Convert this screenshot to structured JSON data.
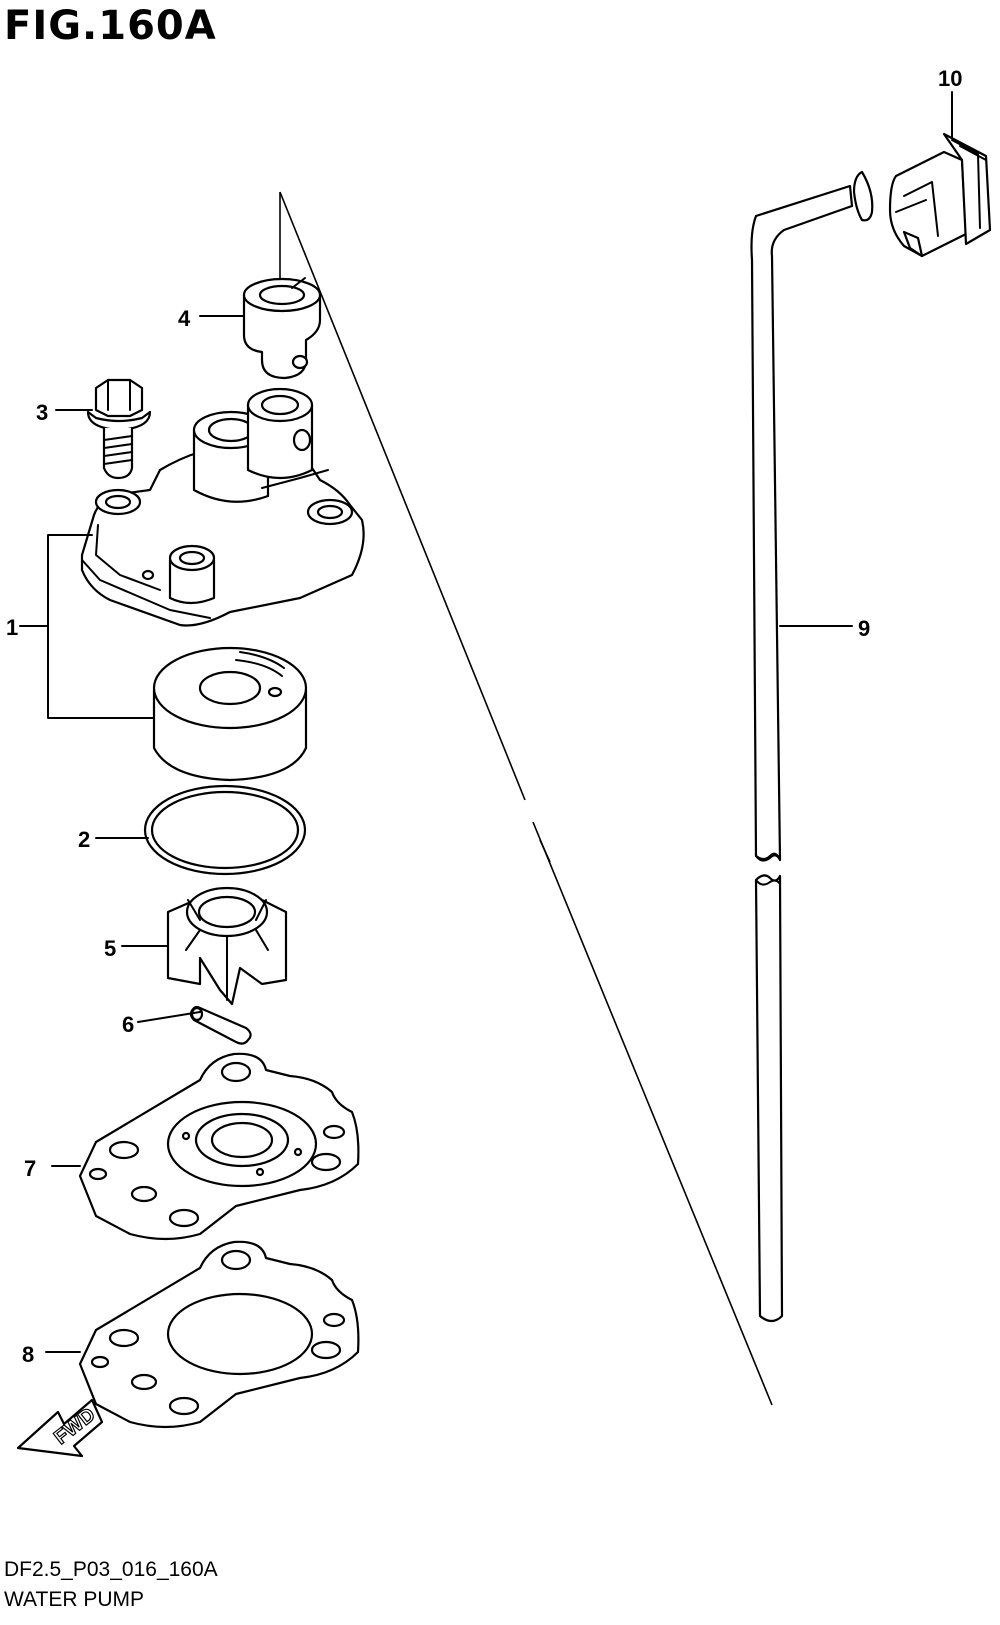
{
  "figure": {
    "title": "FIG.160A",
    "diagram_code": "DF2.5_P03_016_160A",
    "diagram_name": "WATER PUMP"
  },
  "callouts": [
    "1",
    "2",
    "3",
    "4",
    "5",
    "6",
    "7",
    "8",
    "9",
    "10"
  ],
  "direction_marker": "FWD"
}
